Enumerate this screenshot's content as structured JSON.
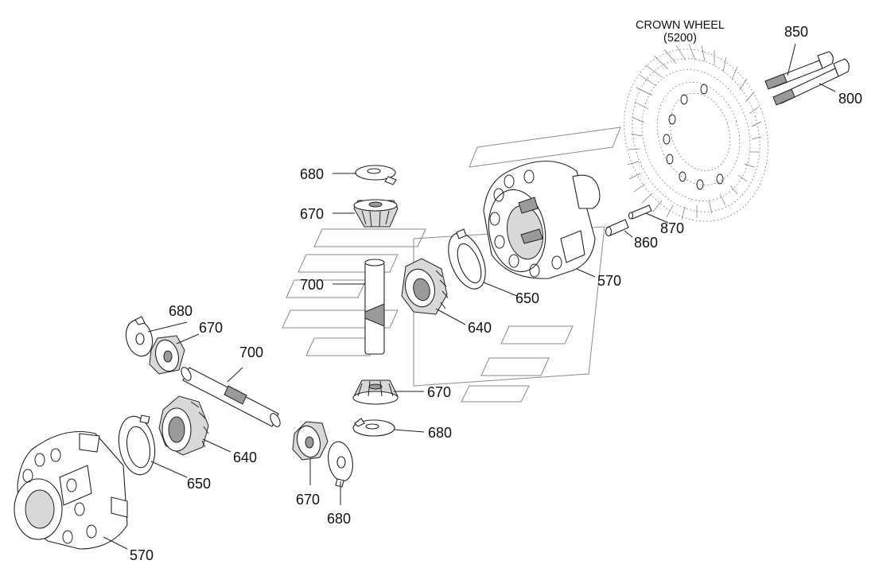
{
  "title": {
    "line1": "CROWN WHEEL",
    "line2": "(5200)"
  },
  "labels": {
    "p850": "850",
    "p800": "800",
    "p870": "870",
    "p860": "860",
    "p570_upper": "570",
    "p650_upper": "650",
    "p640_upper": "640",
    "p680_top": "680",
    "p670_top": "670",
    "p700_upper": "700",
    "p670_lower_mid": "670",
    "p680_lower_mid": "680",
    "p680_left": "680",
    "p670_left": "670",
    "p700_left": "700",
    "p640_lower": "640",
    "p650_lower": "650",
    "p570_lower": "570",
    "p670_bottom": "670",
    "p680_bottom": "680"
  }
}
